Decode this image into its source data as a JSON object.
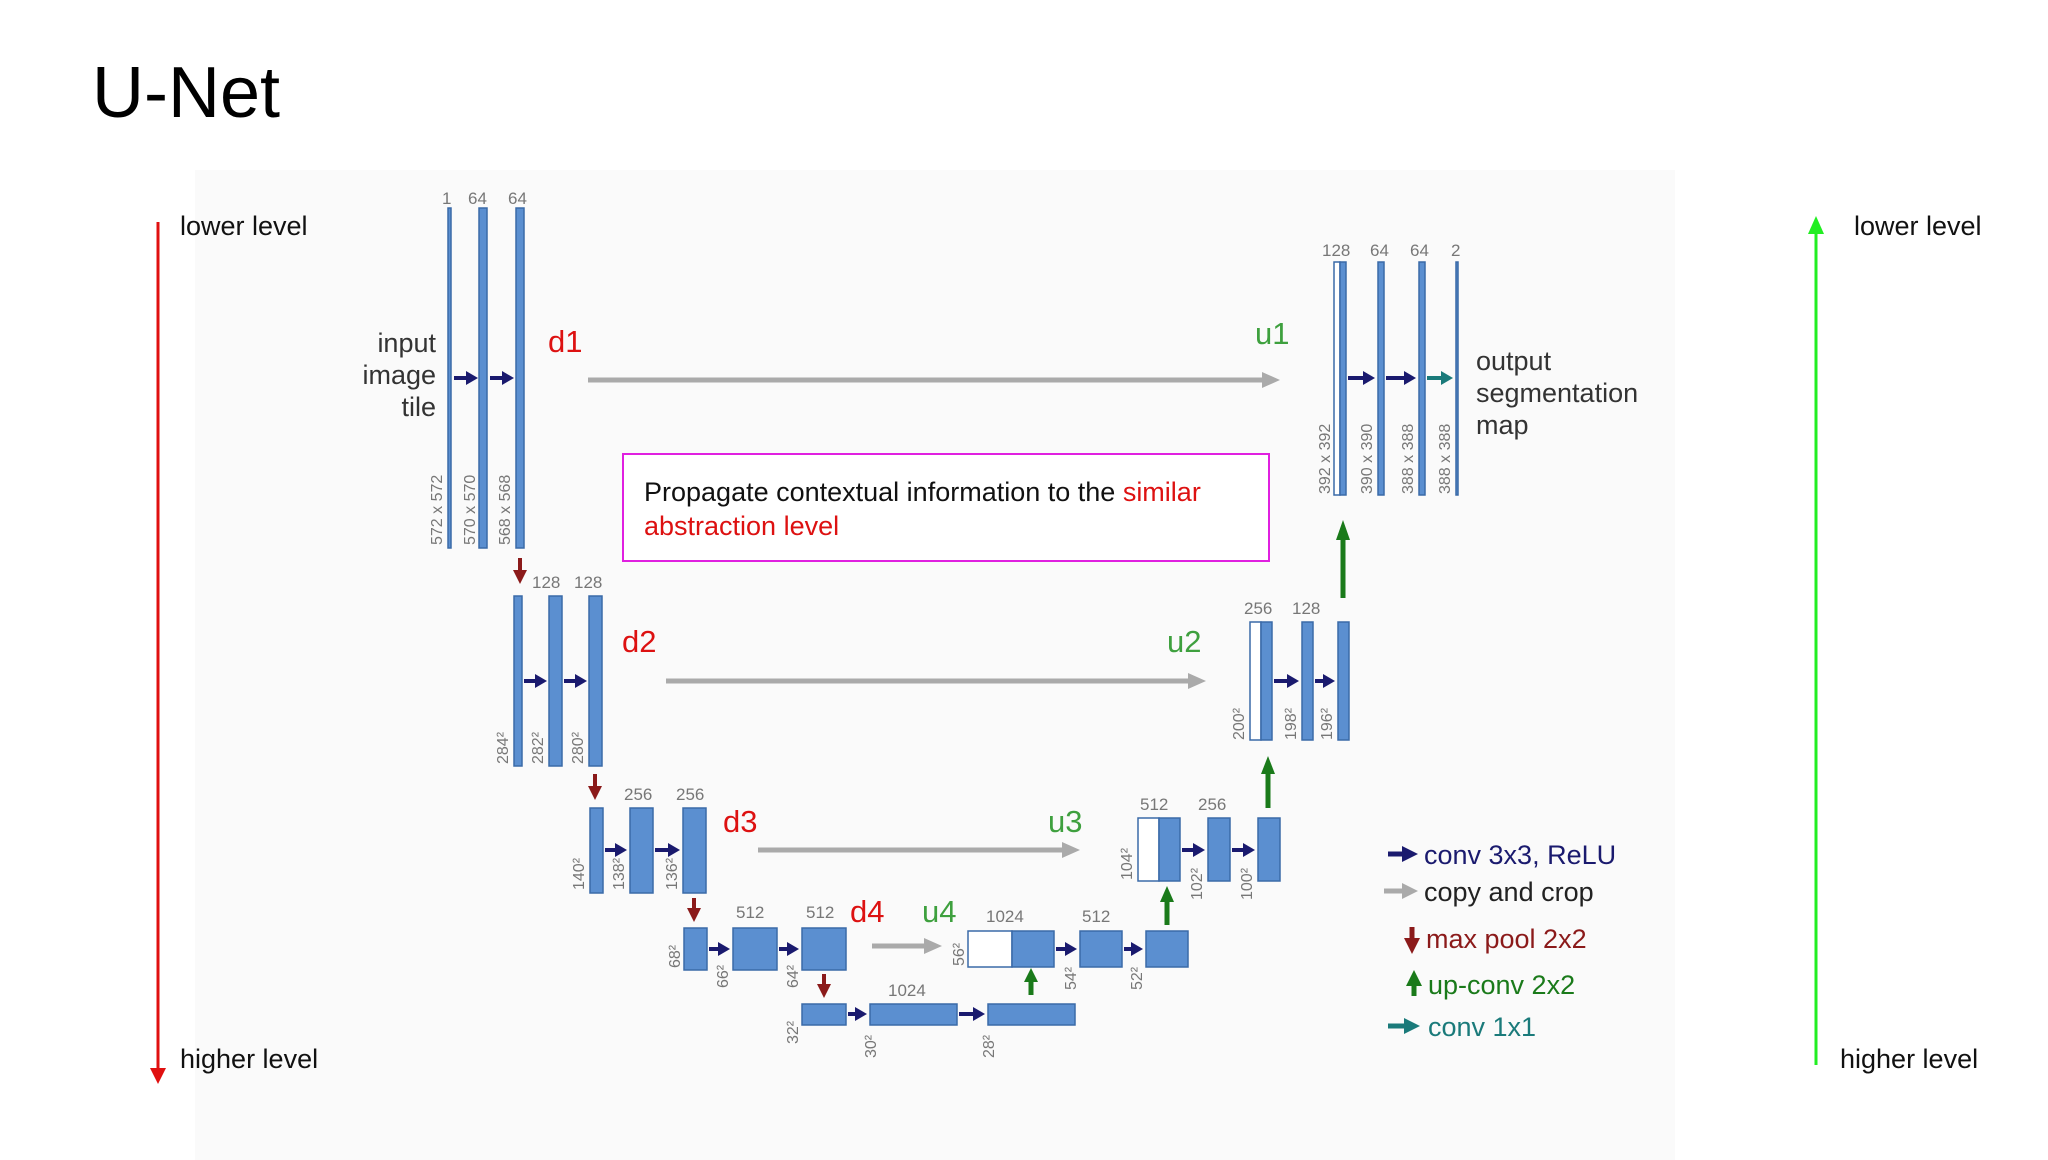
{
  "title": "U-Net",
  "left_axis": {
    "top": "lower level",
    "bottom": "higher level",
    "color": "#e01010"
  },
  "right_axis": {
    "top": "lower level",
    "bottom": "higher level",
    "color": "#22ee22"
  },
  "note": {
    "text_plain": "Propagate contextual information to the ",
    "text_red": "similar abstraction level"
  },
  "stage_labels": {
    "d1": "d1",
    "d2": "d2",
    "d3": "d3",
    "d4": "d4",
    "u1": "u1",
    "u2": "u2",
    "u3": "u3",
    "u4": "u4"
  },
  "input_label": [
    "input",
    "image",
    "tile"
  ],
  "output_label": [
    "output",
    "segmentation",
    "map"
  ],
  "channel_labels": {
    "d1": [
      "1",
      "64",
      "64"
    ],
    "d2": [
      "128",
      "128"
    ],
    "d3": [
      "256",
      "256"
    ],
    "d4": [
      "512",
      "512"
    ],
    "bottom": [
      "1024"
    ],
    "u4": [
      "1024",
      "512"
    ],
    "u3": [
      "512",
      "256"
    ],
    "u2": [
      "256",
      "128"
    ],
    "u1": [
      "128",
      "64",
      "64",
      "2"
    ]
  },
  "size_labels": {
    "d1": [
      "572 x 572",
      "570 x 570",
      "568 x 568"
    ],
    "d2": [
      "284²",
      "282²",
      "280²"
    ],
    "d3": [
      "140²",
      "138²",
      "136²"
    ],
    "d4": [
      "68²",
      "66²",
      "64²"
    ],
    "bottom": [
      "32²",
      "30²",
      "28²"
    ],
    "u4": [
      "56²",
      "54²",
      "52²"
    ],
    "u3": [
      "104²",
      "102²",
      "100²"
    ],
    "u2": [
      "200²",
      "198²",
      "196²"
    ],
    "u1": [
      "392 x 392",
      "390 x 390",
      "388 x 388",
      "388 x 388"
    ]
  },
  "legend": [
    {
      "label": "conv 3x3, ReLU",
      "color": "#1a1a6e",
      "icon": "arrow-right-icon"
    },
    {
      "label": "copy and crop",
      "color": "#aaaaaa",
      "icon": "arrow-right-icon"
    },
    {
      "label": "max pool 2x2",
      "color": "#8b1a1a",
      "icon": "arrow-down-icon"
    },
    {
      "label": "up-conv 2x2",
      "color": "#1a7a1a",
      "icon": "arrow-up-icon"
    },
    {
      "label": "conv 1x1",
      "color": "#1a7a7a",
      "icon": "arrow-right-icon"
    }
  ],
  "colors": {
    "block_fill": "#5b8fd0",
    "block_stroke": "#3a6aa8",
    "stage_down": "#dd1111",
    "stage_up": "#3ea03e",
    "copy_arrow": "#aaaaaa",
    "conv_arrow": "#1a1a6e",
    "pool_arrow": "#8b1a1a",
    "upconv_arrow": "#1a7a1a",
    "conv1_arrow": "#1a7a7a"
  }
}
